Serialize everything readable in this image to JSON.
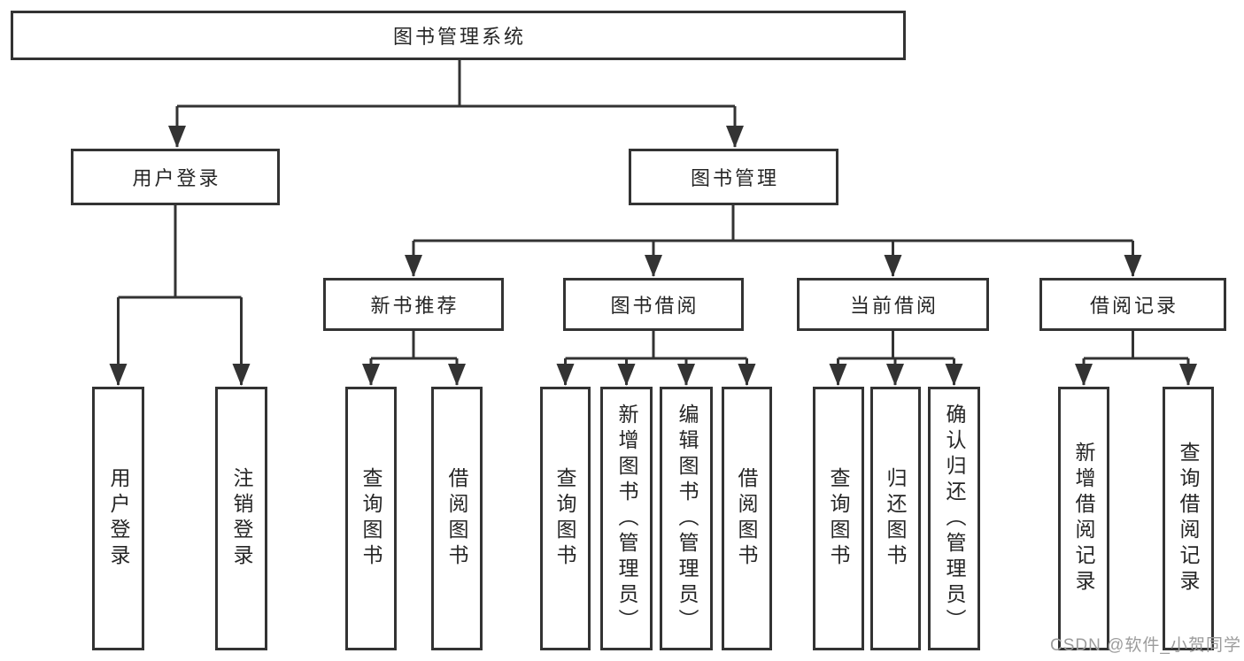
{
  "diagram": {
    "title": "图书管理系统",
    "user_login_branch": {
      "label": "用户登录",
      "children": [
        {
          "label": "用户登录"
        },
        {
          "label": "注销登录"
        }
      ]
    },
    "book_mgmt_branch": {
      "label": "图书管理",
      "children": [
        {
          "label": "新书推荐",
          "children": [
            {
              "label": "查询图书"
            },
            {
              "label": "借阅图书"
            }
          ]
        },
        {
          "label": "图书借阅",
          "children": [
            {
              "label": "查询图书"
            },
            {
              "label": "新增图书（管理员）"
            },
            {
              "label": "编辑图书（管理员）"
            },
            {
              "label": "借阅图书"
            }
          ]
        },
        {
          "label": "当前借阅",
          "children": [
            {
              "label": "查询图书"
            },
            {
              "label": "归还图书"
            },
            {
              "label": "确认归还（管理员）"
            }
          ]
        },
        {
          "label": "借阅记录",
          "children": [
            {
              "label": "新增借阅记录"
            },
            {
              "label": "查询借阅记录"
            }
          ]
        }
      ]
    }
  },
  "watermark": "CSDN @软件_小贺同学",
  "colors": {
    "line": "#333333",
    "text": "#262626",
    "watermark": "#9c9c9c",
    "background": "#ffffff"
  }
}
